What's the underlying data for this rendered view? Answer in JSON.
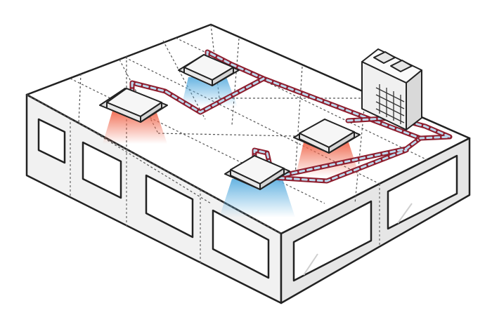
{
  "diagram": {
    "subject": "vrf-air-conditioning-system",
    "colors": {
      "outline": "#222222",
      "wall_front": "#f1f1f1",
      "wall_side": "#e4e4e4",
      "top_surface": "#ffffff",
      "grid_line": "#555555",
      "pipe_red": "#8e1e2e",
      "pipe_blue": "#bcd9ee",
      "warm_air": "#f06a50",
      "cool_air": "#5fb0e0",
      "unit_body": "#f6f6f6",
      "unit_shade": "#d8d8d8",
      "outdoor_body": "#efefef"
    },
    "indoor_units": [
      {
        "name": "indoor-unit-back-left",
        "airflow": "warm"
      },
      {
        "name": "indoor-unit-back-center",
        "airflow": "cool"
      },
      {
        "name": "indoor-unit-right",
        "airflow": "warm"
      },
      {
        "name": "indoor-unit-front-center",
        "airflow": "cool"
      }
    ],
    "outdoor_unit": {
      "name": "outdoor-condenser-unit"
    }
  }
}
